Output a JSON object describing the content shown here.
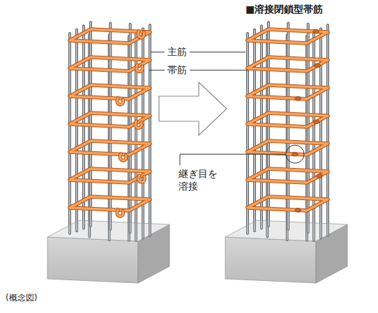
{
  "diagram": {
    "title": "■溶接閉鎖型帯筋",
    "caption": "(概念図)",
    "labels": [
      "主筋",
      "帯筋",
      "継ぎ目を 溶接"
    ]
  }
}
